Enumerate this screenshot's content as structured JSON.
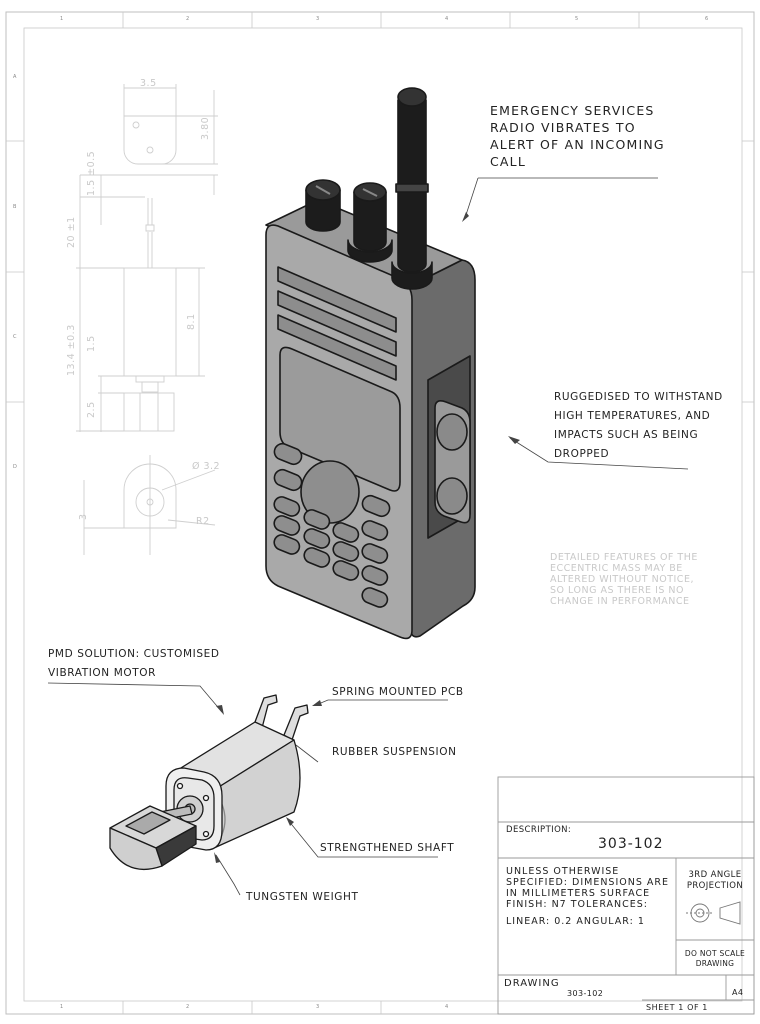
{
  "grid": {
    "columns_top": [
      "1",
      "2",
      "3",
      "4",
      "5",
      "6"
    ],
    "columns_bottom": [
      "1",
      "2",
      "3",
      "4"
    ],
    "rows_left": [
      "A",
      "B",
      "C",
      "D"
    ]
  },
  "dimensions": {
    "top_width": "3.5",
    "top_height": "3.80",
    "tab_length": "1.5 ±0.5",
    "lead_length": "20 ±1",
    "overall_length": "13.4 ±0.3",
    "body_length": "8.1",
    "shaft_length": "1.5",
    "weight_length": "2.5",
    "diameter": "Ø 3.2",
    "height_end": "3",
    "radius": "R2"
  },
  "callouts": {
    "radio": [
      "EMERGENCY SERVICES",
      "RADIO VIBRATES TO",
      "ALERT OF AN INCOMING",
      "CALL"
    ],
    "ruggedised": [
      "RUGGEDISED TO WITHSTAND",
      "HIGH TEMPERATURES, AND",
      "IMPACTS SUCH AS BEING",
      "DROPPED"
    ],
    "eccentric": [
      "DETAILED FEATURES OF THE",
      "ECCENTRIC MASS MAY BE",
      "ALTERED WITHOUT NOTICE,",
      "SO LONG AS THERE IS NO",
      "CHANGE IN PERFORMANCE"
    ],
    "pmd": [
      "PMD SOLUTION: CUSTOMISED",
      "VIBRATION MOTOR"
    ],
    "spring_pcb": "SPRING MOUNTED PCB",
    "rubber": "RUBBER SUSPENSION",
    "shaft": "STRENGTHENED SHAFT",
    "tungsten": "TUNGSTEN WEIGHT"
  },
  "title_block": {
    "description_label": "DESCRIPTION:",
    "part_number": "303-102",
    "notes": [
      "UNLESS OTHERWISE",
      "SPECIFIED: DIMENSIONS ARE",
      "IN MILLIMETERS SURFACE",
      "FINISH: N7 TOLERANCES:"
    ],
    "tolerances": "LINEAR: 0.2  ANGULAR: 1",
    "projection": [
      "3RD ANGLE",
      "PROJECTION"
    ],
    "do_not_scale": [
      "DO NOT SCALE",
      "DRAWING"
    ],
    "drawing_label": "DRAWING",
    "drawing_number": "303-102",
    "sheet_size": "A4",
    "sheet": "SHEET  1  OF  1"
  }
}
